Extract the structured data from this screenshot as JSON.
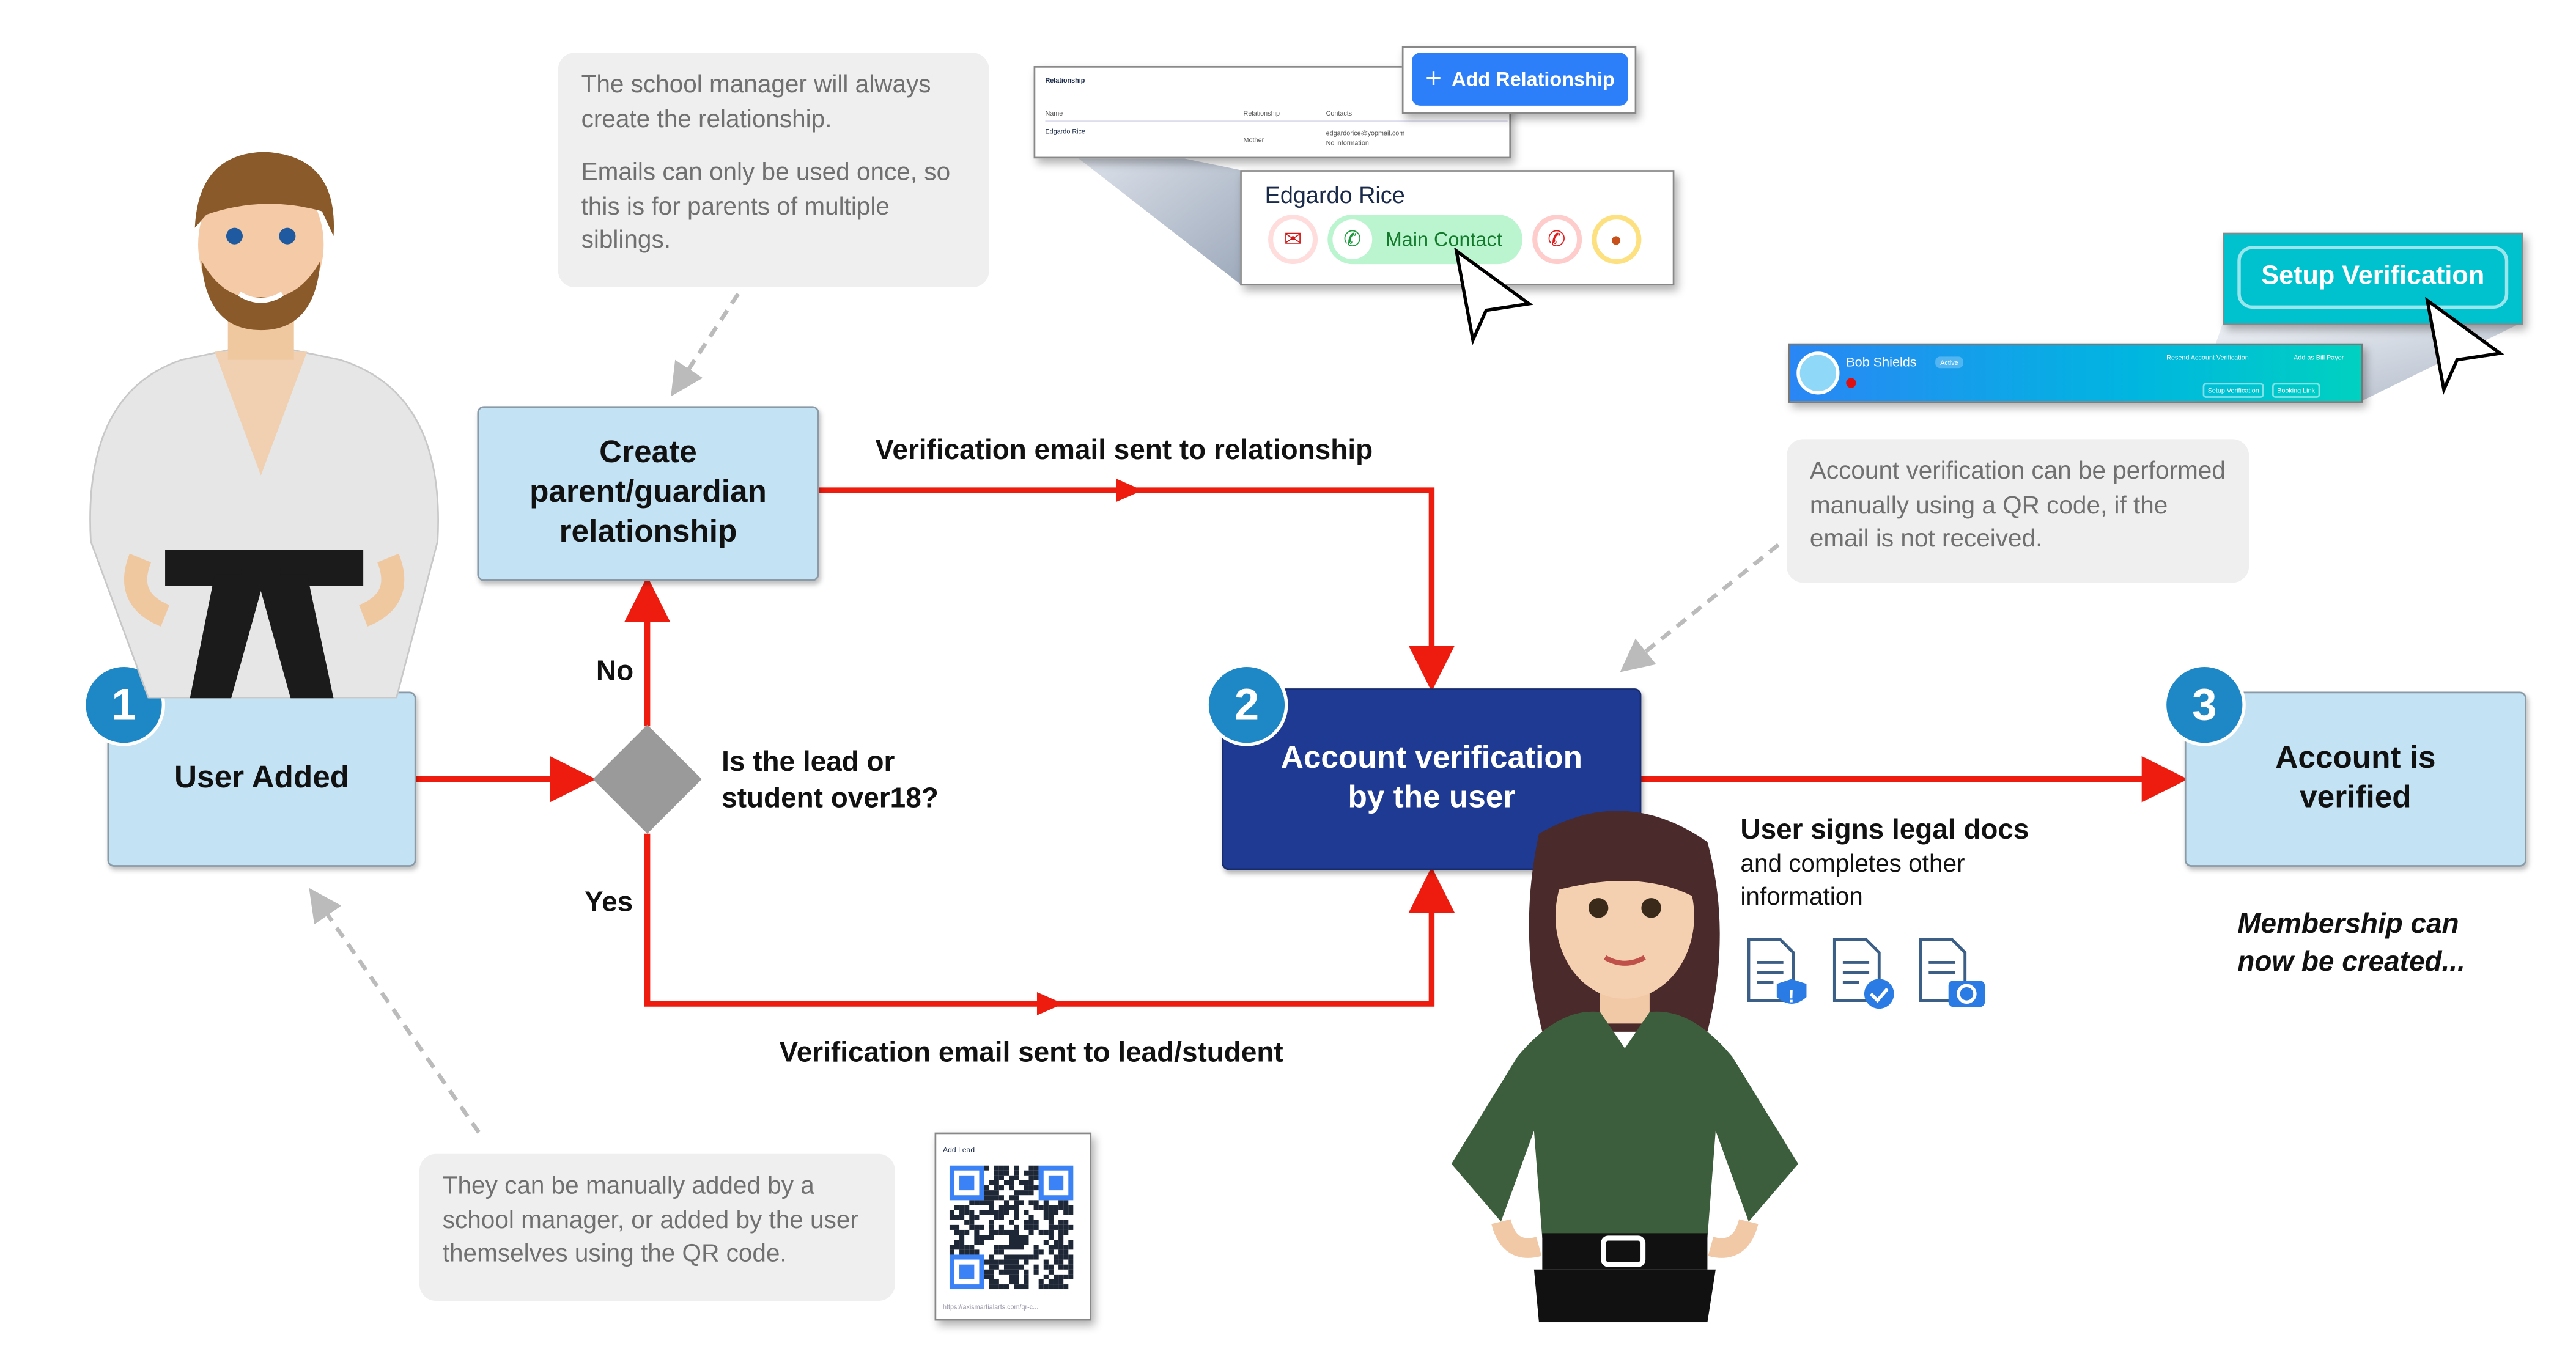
{
  "notes": {
    "top": [
      "The school manager will always create the relationship.",
      "Emails can only be used once, so this is for parents of multiple siblings."
    ],
    "right": "Account verification can be performed manually using a QR code, if the email is not received.",
    "bottom": "They can be manually added by a school manager, or added by the user themselves using the QR code."
  },
  "steps": {
    "user_added": {
      "number": "1",
      "label": "User Added"
    },
    "verification": {
      "number": "2",
      "label": "Account verification by the user"
    },
    "verified": {
      "number": "3",
      "label": "Account is verified"
    },
    "create_relationship": "Create parent/guardian relationship",
    "decision": "Is the lead or student over18?"
  },
  "edges": {
    "no": "No",
    "yes": "Yes",
    "to_relationship": "Verification email sent to relationship",
    "to_lead": "Verification email sent to lead/student"
  },
  "user_signs": {
    "title": "User signs legal docs",
    "body": "and completes other information"
  },
  "membership": "Membership can now be created...",
  "relationship_shot": {
    "title": "Relationship",
    "headers": [
      "Name",
      "Relationship",
      "Contacts"
    ],
    "row": {
      "name": "Edgardo Rice",
      "relationship": "Mother",
      "email": "edgardorice@yopmail.com",
      "phone": "No information"
    },
    "add_button": "Add Relationship",
    "zoom_name": "Edgardo Rice",
    "main_contact": "Main Contact"
  },
  "profile_shot": {
    "name": "Bob Shields",
    "status": "Active",
    "resend": "Resend Account Verification",
    "bill_payer": "Add as Bill Payer",
    "setup_small": "Setup Verification",
    "booking": "Booking Link",
    "setup_zoom": "Setup Verification"
  },
  "qr_card": {
    "title": "Add Lead",
    "url": "https://axismartialarts.com/qr-c..."
  },
  "colors": {
    "flow": "#ee1c0e",
    "light_box": "#c3e2f4",
    "dark_box": "#1f3a93",
    "badge": "#1e88c7",
    "teal": "#00c2cf"
  }
}
